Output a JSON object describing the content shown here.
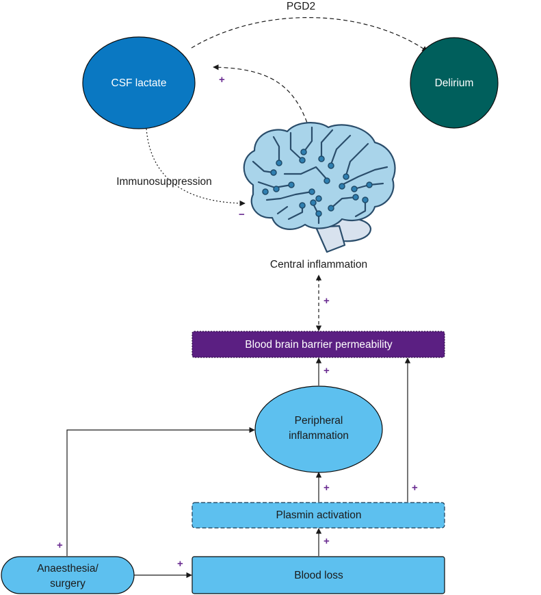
{
  "nodes": {
    "csf_lactate": "CSF lactate",
    "delirium": "Delirium",
    "central_inflammation": "Central inflammation",
    "bbb_permeability": "Blood brain barrier permeability",
    "peripheral_inflammation_line1": "Peripheral",
    "peripheral_inflammation_line2": "inflammation",
    "plasmin_activation": "Plasmin activation",
    "anaesthesia_line1": "Anaesthesia/",
    "anaesthesia_line2": "surgery",
    "blood_loss": "Blood loss"
  },
  "edge_labels": {
    "pgd2": "PGD2",
    "immunosuppression": "Immunosuppression"
  },
  "signs": {
    "brain_to_csf": "+",
    "immuno_to_brain": "−",
    "bbb_to_central": "+",
    "peripheral_to_bbb": "+",
    "plasmin_to_peripheral": "+",
    "plasmin_to_bbb": "+",
    "bloodloss_to_plasmin": "+",
    "anaesthesia_to_peripheral": "+",
    "anaesthesia_to_bloodloss": "+"
  },
  "colors": {
    "csf_lactate": "#0a78c2",
    "delirium": "#005f5c",
    "bbb": "#5b1f82",
    "light_blue": "#5dc0ef",
    "brain_fill": "#a9d4ea",
    "brain_outline": "#2a4d6b",
    "sign": "#6a2c91"
  },
  "icons": {
    "brain": "brain-circuit-icon"
  }
}
